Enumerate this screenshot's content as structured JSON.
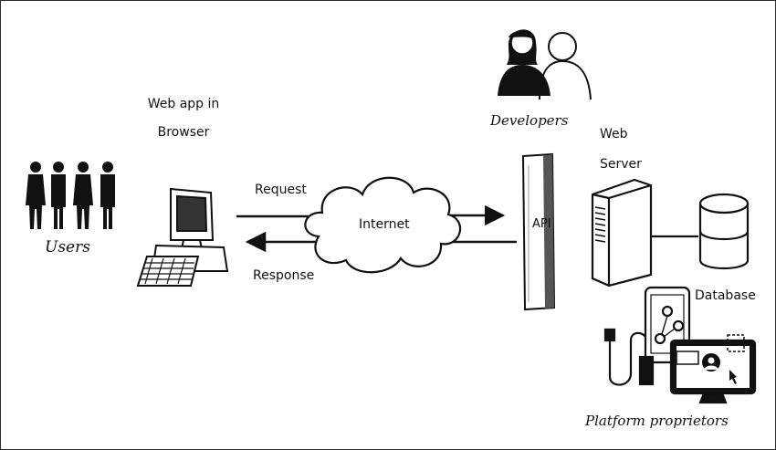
{
  "labels": {
    "web_app": "Web app in Browser",
    "users": "Users",
    "developers": "Developers",
    "web_server": "Web Server",
    "request": "Request",
    "response": "Response",
    "internet": "Internet",
    "api": "API",
    "database": "Database",
    "platform": "Platform proprietors"
  },
  "icons": {
    "users": "users-icon",
    "developers": "developers-icon",
    "computer": "computer-icon",
    "cloud": "cloud-icon",
    "api_bar": "api-column",
    "server": "server-icon",
    "database": "database-icon",
    "devices": "devices-icon"
  },
  "colors": {
    "ink": "#111111",
    "background": "#ffffff"
  }
}
